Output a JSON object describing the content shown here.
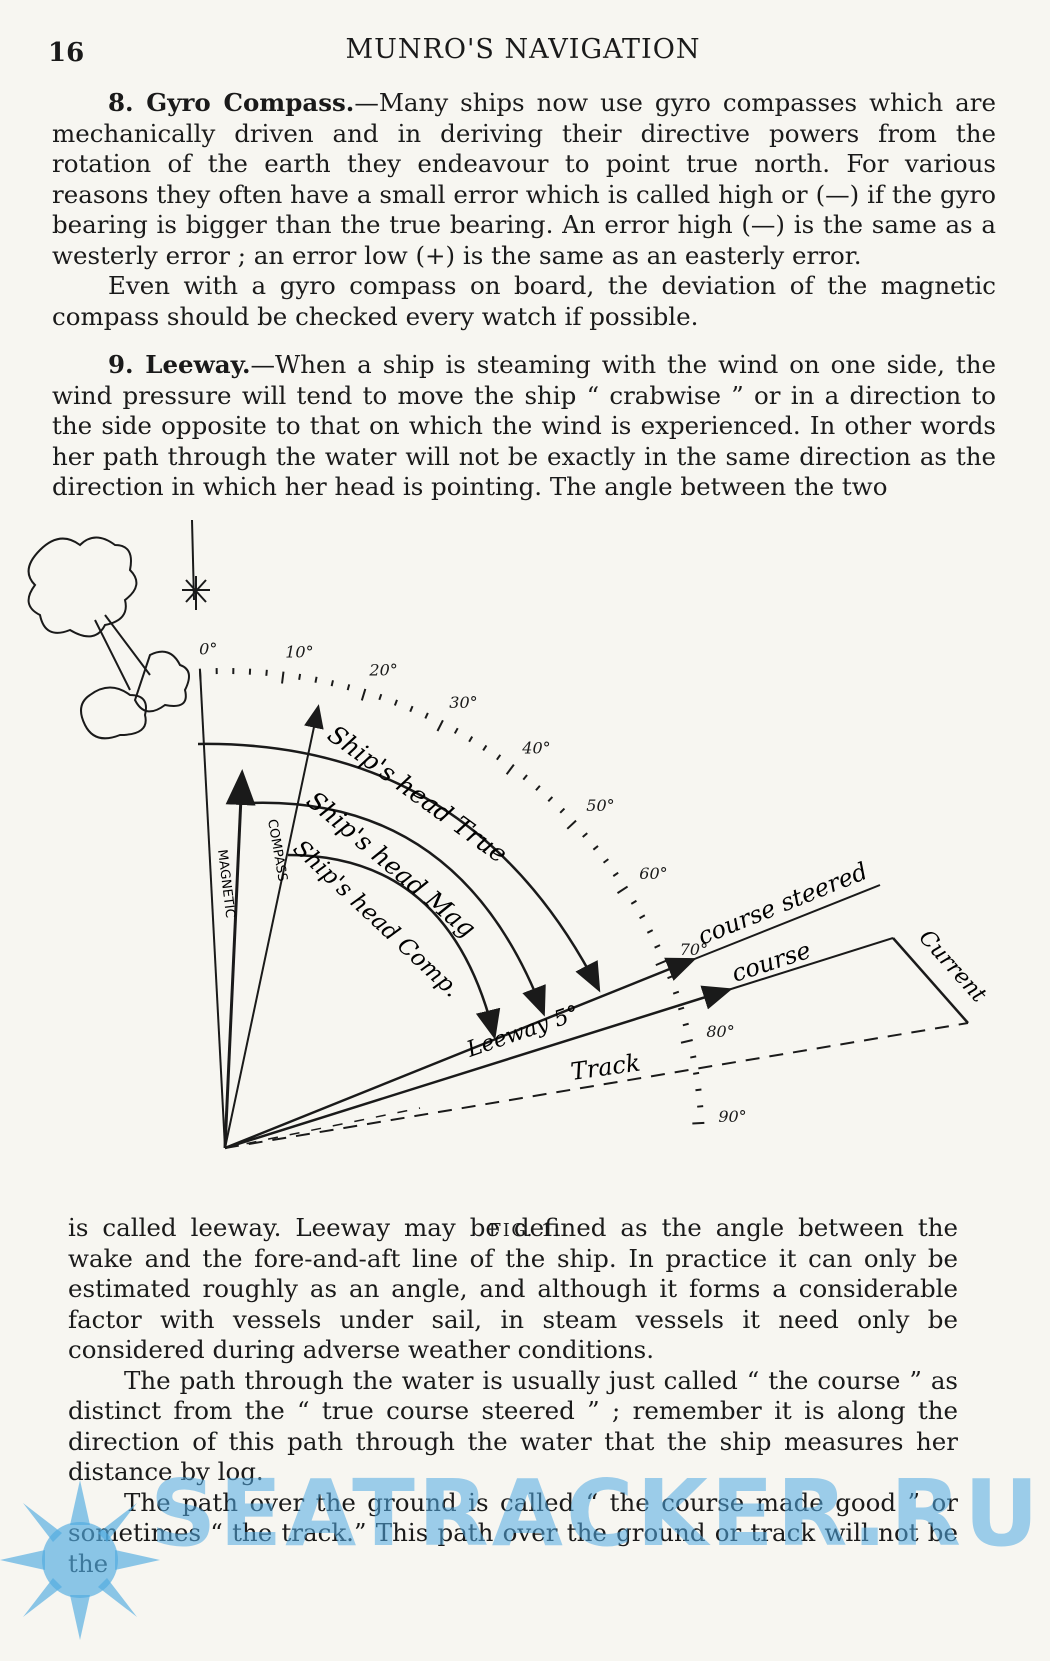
{
  "header": {
    "page_number": "16",
    "running_title": "MUNRO'S NAVIGATION"
  },
  "section8": {
    "heading": "8. Gyro Compass.",
    "para1": "—Many ships now use gyro compasses which are mechanically driven and in deriving their directive powers from the rotation of the earth they endeavour to point true north. For various reasons they often have a small error which is called high or (—) if the gyro bearing is bigger than the true bearing. An error high (—) is the same as a westerly error ; an error low (+) is the same as an easterly error.",
    "para2": "Even with a gyro compass on board, the deviation of the magnetic compass should be checked every watch if possible."
  },
  "section9": {
    "heading": "9. Leeway.",
    "para1": "—When a ship is steaming with the wind on one side, the wind pressure will tend to move the ship “ crabwise ” or in a direction to the side opposite to that on which the wind is experienced. In other words her path through the water will not be exactly in the same direction as the direction in which her head is pointing. The angle between the two"
  },
  "figure": {
    "caption": "FIG. 1.",
    "scale_labels": [
      "0°",
      "10°",
      "20°",
      "30°",
      "40°",
      "50°",
      "60°",
      "70°",
      "80°",
      "90°"
    ],
    "labels": {
      "ships_head_true": "Ship's head True",
      "ships_head_mag": "Ship's head Mag",
      "ships_head_comp": "Ship's head Comp.",
      "magnetic": "MAGNETIC",
      "compass": "COMPASS",
      "course_steered": "course steered",
      "course": "course",
      "current": "Current",
      "leeway": "Leeway 5°",
      "track": "Track"
    }
  },
  "continuation": {
    "para1": "is called leeway. Leeway may be defined as the angle between the wake and the fore-and-aft line of the ship. In practice it can only be estimated roughly as an angle, and although it forms a considerable factor with vessels under sail, in steam vessels it need only be considered during adverse weather conditions.",
    "para2": "The path through the water is usually just called “ the course ” as distinct from the “ true course steered ” ; remember it is along the direction of this path through the water that the ship measures her distance by log.",
    "para3": "The path over the ground is called “ the course made good ” or sometimes “ the track.” This path over the ground or track will not be the"
  },
  "watermark": {
    "text": "SEATRACKER.RU"
  },
  "colors": {
    "paper": "#f7f6f1",
    "ink": "#1a1a1a",
    "watermark": "#50aae1"
  }
}
